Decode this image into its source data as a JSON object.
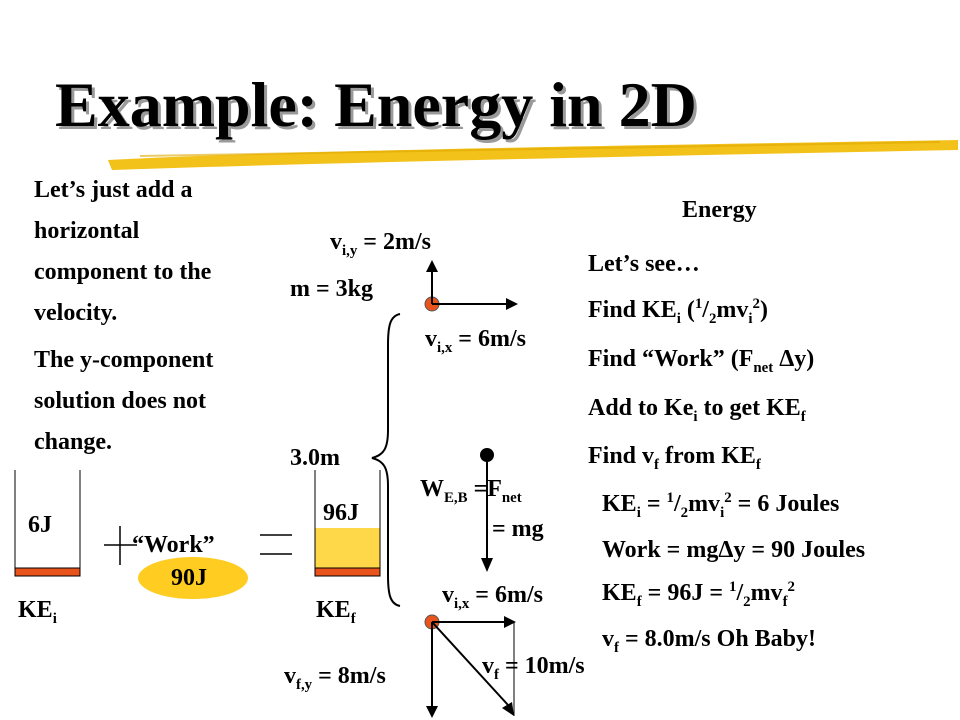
{
  "title": "Example:  Energy in 2D",
  "left_text": {
    "line1": "Let’s just add a",
    "line2": "horizontal",
    "line3": "component to the",
    "line4": "velocity.",
    "line5": "The y-component",
    "line6": "solution does not",
    "line7": "change."
  },
  "energy_heading": "Energy",
  "steps": {
    "s1": "Let’s see…",
    "s2_a": "Find KE",
    "s2_sub": "i",
    "s2_b": " (",
    "s2_half_num": "1",
    "s2_half_den": "2",
    "s2_c": "mv",
    "s2_sub2": "i",
    "s2_sup": "2",
    "s2_d": ")",
    "s3_a": "Find “Work” (F",
    "s3_sub": "net",
    "s3_b": " Δy)",
    "s4_a": "Add to Ke",
    "s4_sub": "i",
    "s4_b": " to get KE",
    "s4_sub2": "f",
    "s5_a": "Find v",
    "s5_sub": "f",
    "s5_b": " from KE",
    "s5_sub2": "f"
  },
  "results": {
    "r1_a": "KE",
    "r1_sub": "i",
    "r1_b": " = ",
    "r1_num": "1",
    "r1_den": "2",
    "r1_c": "mv",
    "r1_sub2": "i",
    "r1_sup": "2",
    "r1_d": " = 6 Joules",
    "r2": "Work = mgΔy = 90 Joules",
    "r3_a": "KE",
    "r3_sub": "f",
    "r3_b": " =  96J = ",
    "r3_num": "1",
    "r3_den": "2",
    "r3_c": "mv",
    "r3_sub2": "f",
    "r3_sup": "2",
    "r4_a": "v",
    "r4_sub": "f",
    "r4_b": " =  8.0m/s  Oh Baby!"
  },
  "diagram": {
    "viy_a": "v",
    "viy_sub": "i,y",
    "viy_b": " = 2m/s",
    "mass": "m = 3kg",
    "vix_top_a": "v",
    "vix_top_sub": "i,x",
    "vix_top_b": " = 6m/s",
    "height": "3.0m",
    "web_a": "W",
    "web_sub": "E,B",
    "web_b": " =F",
    "web_sub2": "net",
    "mg": "= mg",
    "vix_bot_a": "v",
    "vix_bot_sub": "i,x",
    "vix_bot_b": " = 6m/s",
    "vf_a": "v",
    "vf_sub": "f",
    "vf_b": " = 10m/s",
    "vfy_a": "v",
    "vfy_sub": "f,y",
    "vfy_b": " = 8m/s"
  },
  "bars": {
    "kei_value": "6J",
    "kei_label_a": "KE",
    "kei_label_sub": "i",
    "work_label": "“Work”",
    "work_value": "90J",
    "kef_value": "96J",
    "kef_label_a": "KE",
    "kef_label_sub": "f"
  },
  "colors": {
    "accent_orange": "#e8541c",
    "bar_fill": "#ffd84a",
    "work_oval": "#ffcc22",
    "brush": "#f2c21b"
  }
}
